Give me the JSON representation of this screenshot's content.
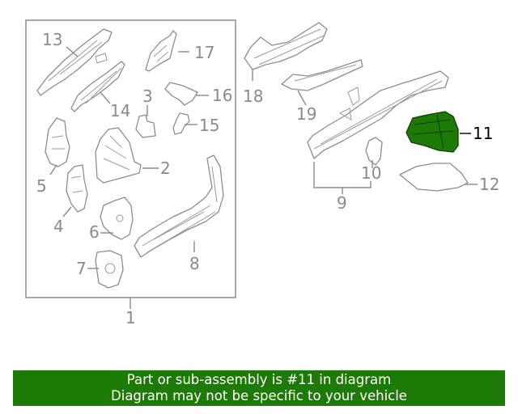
{
  "diagram": {
    "colors": {
      "highlight": "#1e7a07",
      "line": "#8c8c8c",
      "label": "#8a8a8a"
    },
    "labels": {
      "p1": "1",
      "p2": "2",
      "p3": "3",
      "p4": "4",
      "p5": "5",
      "p6": "6",
      "p7": "7",
      "p8": "8",
      "p9": "9",
      "p10": "10",
      "p11": "11",
      "p12": "12",
      "p13": "13",
      "p14": "14",
      "p15": "15",
      "p16": "16",
      "p17": "17",
      "p18": "18",
      "p19": "19"
    },
    "highlighted_part": "11"
  },
  "footer": {
    "line1": "Part or sub-assembly is #11 in diagram",
    "line2": "Diagram may not be specific to your vehicle",
    "background": "#1e7a07"
  }
}
